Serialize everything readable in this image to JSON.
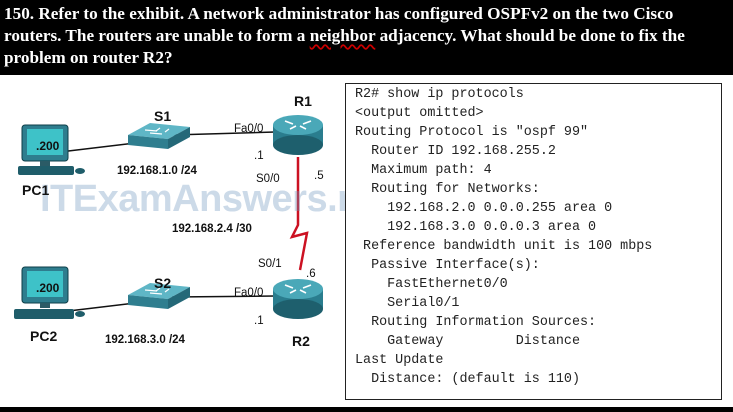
{
  "question": {
    "prefix": "150. Refer to the exhibit. A network administrator has configured OSPFv2 on the two Cisco routers. The routers are unable to form a ",
    "highlight": "neighbor",
    "suffix": " adjacency. What should be done to fix the problem on router R2?"
  },
  "watermark": "ITExamAnswers.net",
  "topology": {
    "r1": "R1",
    "r2": "R2",
    "s1": "S1",
    "s2": "S2",
    "pc1": "PC1",
    "pc2": "PC2",
    "pc1_screen": ".200",
    "pc2_screen": ".200",
    "net1": "192.168.1.0 /24",
    "net2": "192.168.2.4 /30",
    "net3": "192.168.3.0 /24",
    "r1_fa": "Fa0/0",
    "r1_fa_ip": ".1",
    "r1_s0": "S0/0",
    "r1_s0_ip": ".5",
    "r2_s0": "S0/1",
    "r2_s0_ip": ".6",
    "r2_fa": "Fa0/0",
    "r2_fa_ip": ".1"
  },
  "cli_lines": [
    "R2# show ip protocols",
    "<output omitted>",
    "Routing Protocol is \"ospf 99\"",
    "  Router ID 192.168.255.2",
    "  Maximum path: 4",
    "  Routing for Networks:",
    "    192.168.2.0 0.0.0.255 area 0",
    "    192.168.3.0 0.0.0.3 area 0",
    " Reference bandwidth unit is 100 mbps",
    "  Passive Interface(s):",
    "    FastEthernet0/0",
    "    Serial0/1",
    "  Routing Information Sources:",
    "    Gateway         Distance",
    "Last Update",
    "  Distance: (default is 110)"
  ],
  "colors": {
    "router": "#2a7d8e",
    "switch": "#3a8fa3",
    "link_black": "#111111",
    "link_serial": "#cc1122"
  }
}
